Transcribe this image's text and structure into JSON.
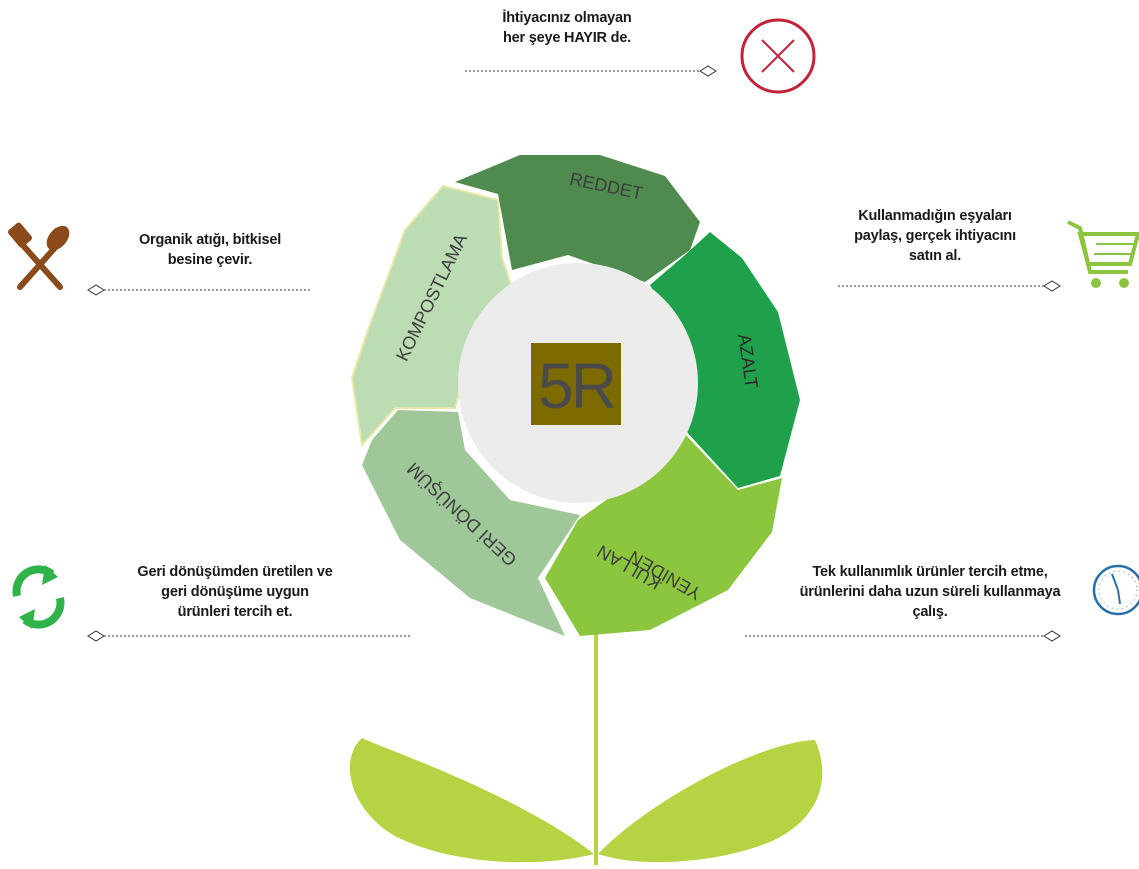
{
  "center_label": "5R",
  "segments": {
    "reddet": "REDDET",
    "azalt": "AZALT",
    "yeniden": "YENİDEN",
    "kullan": "KULLAN",
    "geri_donusum": "GERİ DÖNÜŞÜM",
    "kompostlama": "KOMPOSTLAMA"
  },
  "notes": {
    "reddet": {
      "line1": "İhtiyacınız olmayan",
      "line2": "her şeye HAYIR de."
    },
    "azalt": {
      "line1": "Kullanmadığın eşyaları",
      "line2": "paylaş, gerçek ihtiyacını",
      "line3": "satın al."
    },
    "yeniden_kullan": {
      "line1": "Tek kullanımlık ürünler tercih etme,",
      "line2": "ürünlerini daha uzun süreli kullanmaya",
      "line3": "çalış."
    },
    "geri_donusum": {
      "line1": "Geri dönüşümden üretilen ve",
      "line2": "geri dönüşüme uygun",
      "line3": "ürünleri tercih et."
    },
    "kompostlama": {
      "line1": "Organik atığı, bitkisel",
      "line2": "besine çevir."
    }
  },
  "icons": {
    "reddet": "x-circle-icon",
    "azalt": "shopping-cart-icon",
    "yeniden_kullan": "clock-icon",
    "geri_donusum": "recycle-icon",
    "kompostlama": "spoon-fork-icon"
  },
  "colors": {
    "reddet": "#4f8a4f",
    "azalt": "#1fa04a",
    "yeniden_kullan": "#8cc63f",
    "geri_donusum": "#9fc79a",
    "kompostlama": "#bcdcb3",
    "center": "#ececec",
    "center_box": "#7d6b00",
    "leaf": "#b5d342",
    "x_icon": "#c2233b",
    "cart_icon": "#8bc53f",
    "clock_icon": "#2a6ea6",
    "recycle_icon": "#2fb24a",
    "utensil_icon": "#8a4a1a"
  }
}
